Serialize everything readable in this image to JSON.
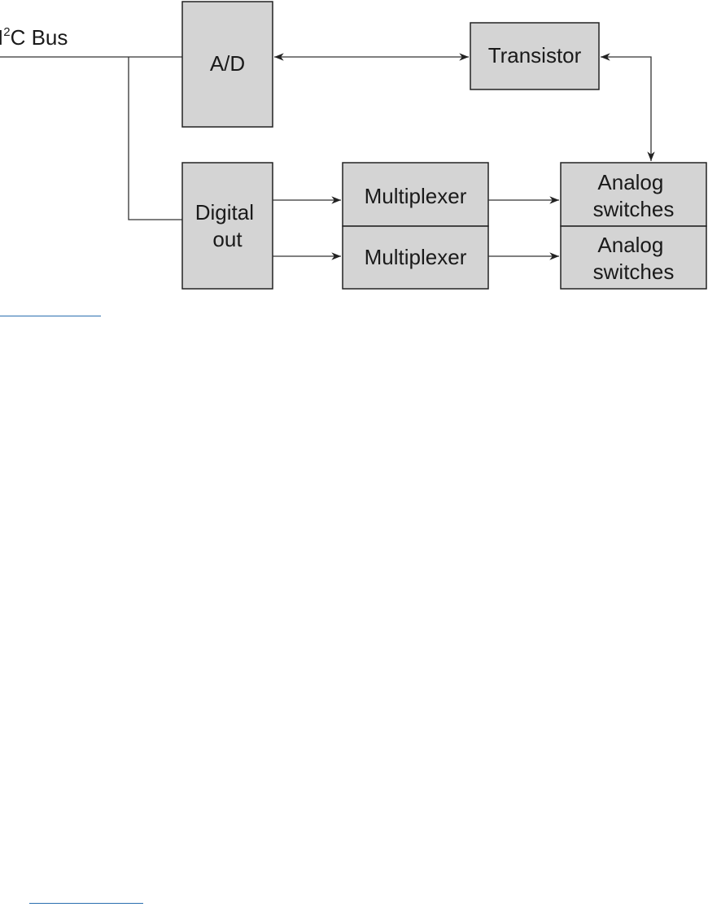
{
  "diagram": {
    "bus_label": {
      "prefix": "I",
      "superscript": "2",
      "suffix": "C Bus"
    },
    "blocks": {
      "ad": "A/D",
      "transistor": "Transistor",
      "digital_out": [
        "Digital",
        "out"
      ],
      "multiplexer_1": "Multiplexer",
      "multiplexer_2": "Multiplexer",
      "analog_switches_1": [
        "Analog",
        "switches"
      ],
      "analog_switches_2": [
        "Analog",
        "switches"
      ]
    },
    "colors": {
      "block_fill": "#d4d4d4",
      "line": "#333333",
      "rule": "#2a6fb0"
    }
  }
}
